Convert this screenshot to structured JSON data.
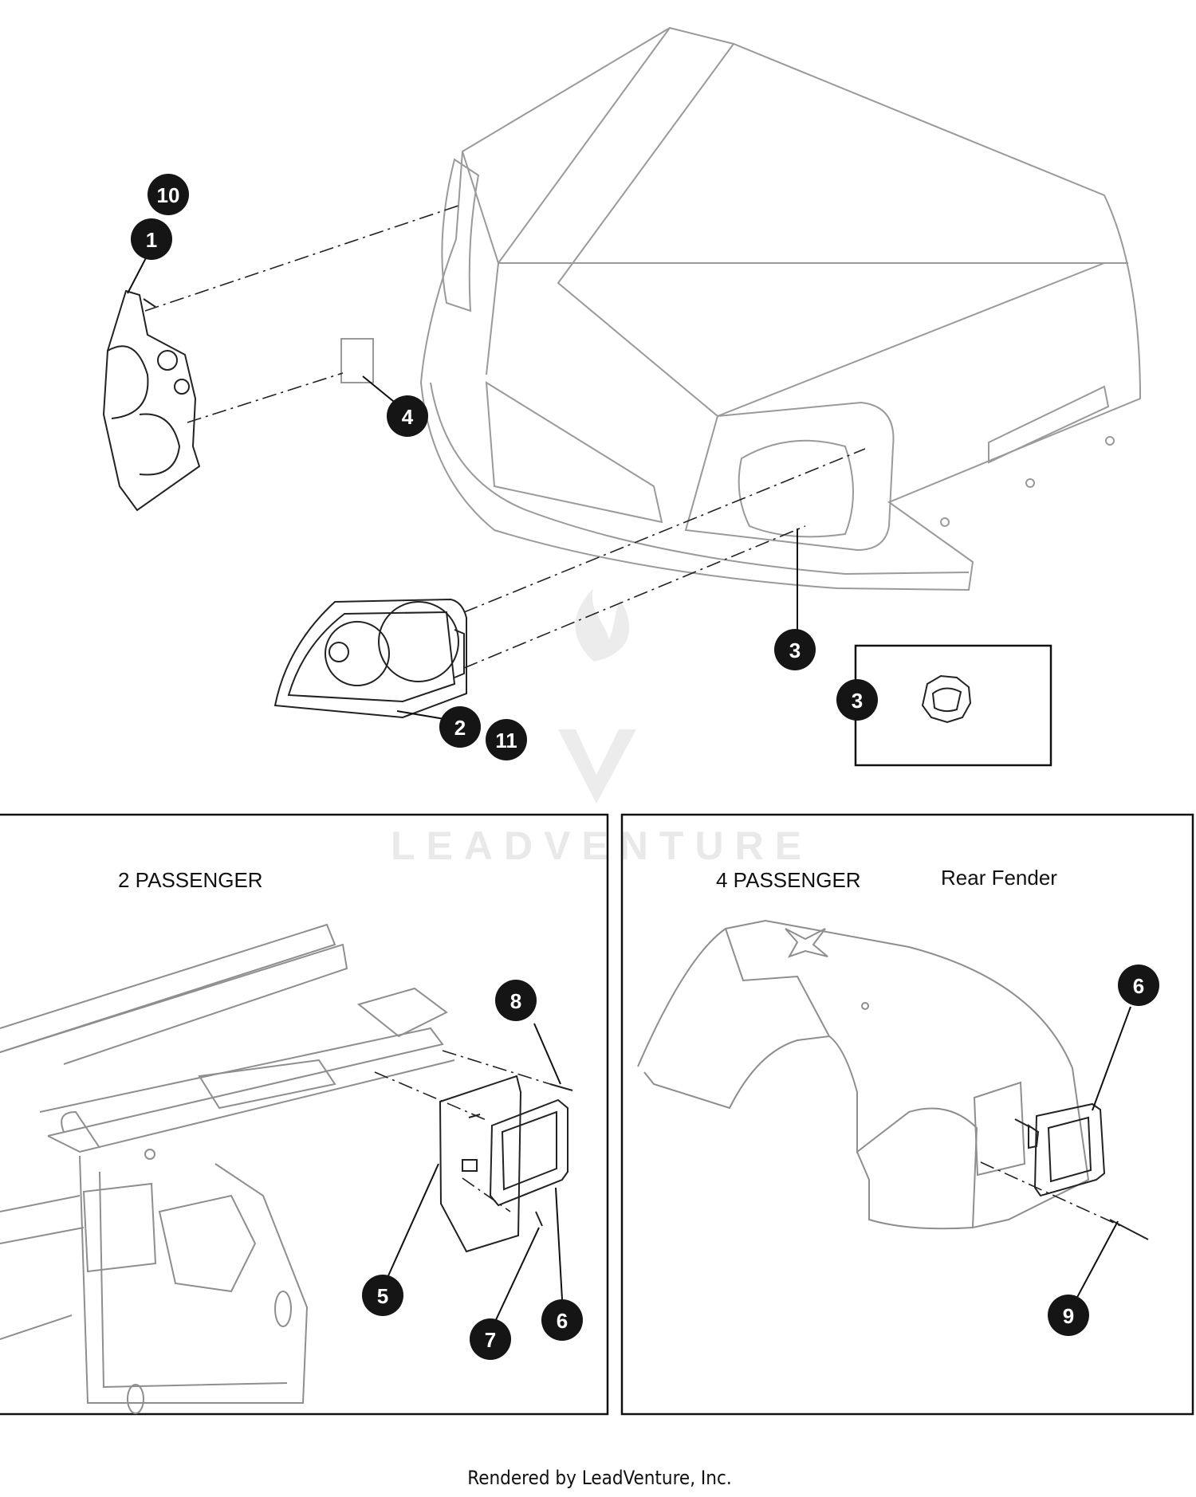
{
  "callouts": {
    "c10": "10",
    "c1": "1",
    "c4": "4",
    "c2": "2",
    "c11": "11",
    "c3": "3",
    "c3_detail": "3",
    "c8": "8",
    "c5": "5",
    "c7": "7",
    "c6_left": "6",
    "c6_right": "6",
    "c9": "9"
  },
  "panels": {
    "left_title": "2 PASSENGER",
    "right_title": "4 PASSENGER",
    "right_label": "Rear Fender"
  },
  "watermark": "LEADVENTURE",
  "footer": "Rendered by LeadVenture, Inc."
}
